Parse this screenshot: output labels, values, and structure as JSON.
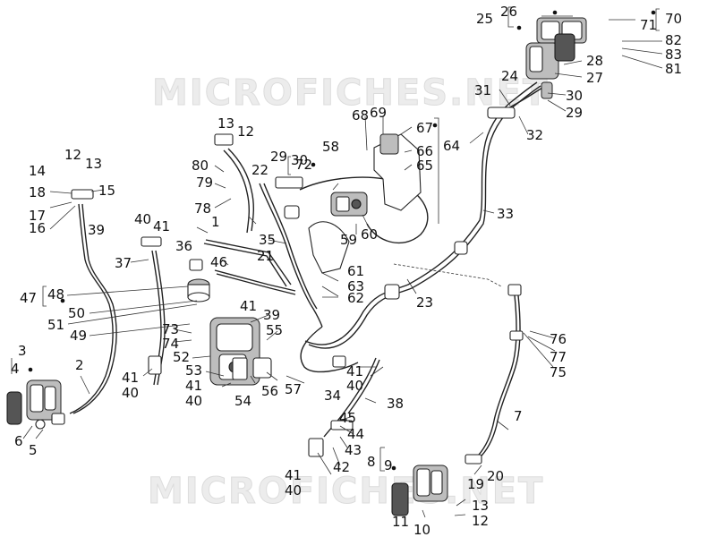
{
  "watermark": {
    "text": "MICROFICHES.NET"
  },
  "callouts": {
    "c1": "1",
    "c2": "2",
    "c3": "3",
    "c4": "4",
    "c5": "5",
    "c6": "6",
    "c7": "7",
    "c8": "8",
    "c9": "9",
    "c10": "10",
    "c11": "11",
    "c12": "12",
    "c13": "13",
    "c14": "14",
    "c15": "15",
    "c16": "16",
    "c17": "17",
    "c18": "18",
    "c19": "19",
    "c20": "20",
    "c21": "21",
    "c22": "22",
    "c23": "23",
    "c24": "24",
    "c25": "25",
    "c26": "26",
    "c27": "27",
    "c28": "28",
    "c29": "29",
    "c30": "30",
    "c31": "31",
    "c32": "32",
    "c33": "33",
    "c34": "34",
    "c35": "35",
    "c36": "36",
    "c37": "37",
    "c38": "38",
    "c39": "39",
    "c40": "40",
    "c41": "41",
    "c42": "42",
    "c43": "43",
    "c44": "44",
    "c45": "45",
    "c46": "46",
    "c47": "47",
    "c48": "48",
    "c49": "49",
    "c50": "50",
    "c51": "51",
    "c52": "52",
    "c53": "53",
    "c54": "54",
    "c55": "55",
    "c56": "56",
    "c57": "57",
    "c58": "58",
    "c59": "59",
    "c60": "60",
    "c61": "61",
    "c62": "62",
    "c63": "63",
    "c64": "64",
    "c65": "65",
    "c66": "66",
    "c67": "67",
    "c68": "68",
    "c69": "69",
    "c70": "70",
    "c71": "71",
    "c72": "72",
    "c73": "73",
    "c74": "74",
    "c75": "75",
    "c76": "76",
    "c77": "77",
    "c79": "79",
    "c80": "80",
    "c81": "81",
    "c82": "82",
    "c83": "83"
  }
}
